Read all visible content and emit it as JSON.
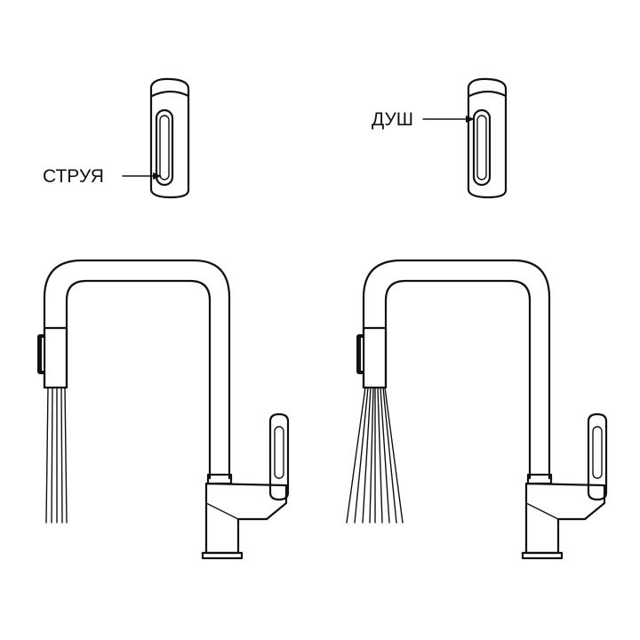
{
  "labels": {
    "stream": "СТРУЯ",
    "shower": "ДУШ"
  },
  "diagram": {
    "left_mode": "stream",
    "right_mode": "shower"
  },
  "colors": {
    "ink": "#111111",
    "background": "#ffffff"
  }
}
